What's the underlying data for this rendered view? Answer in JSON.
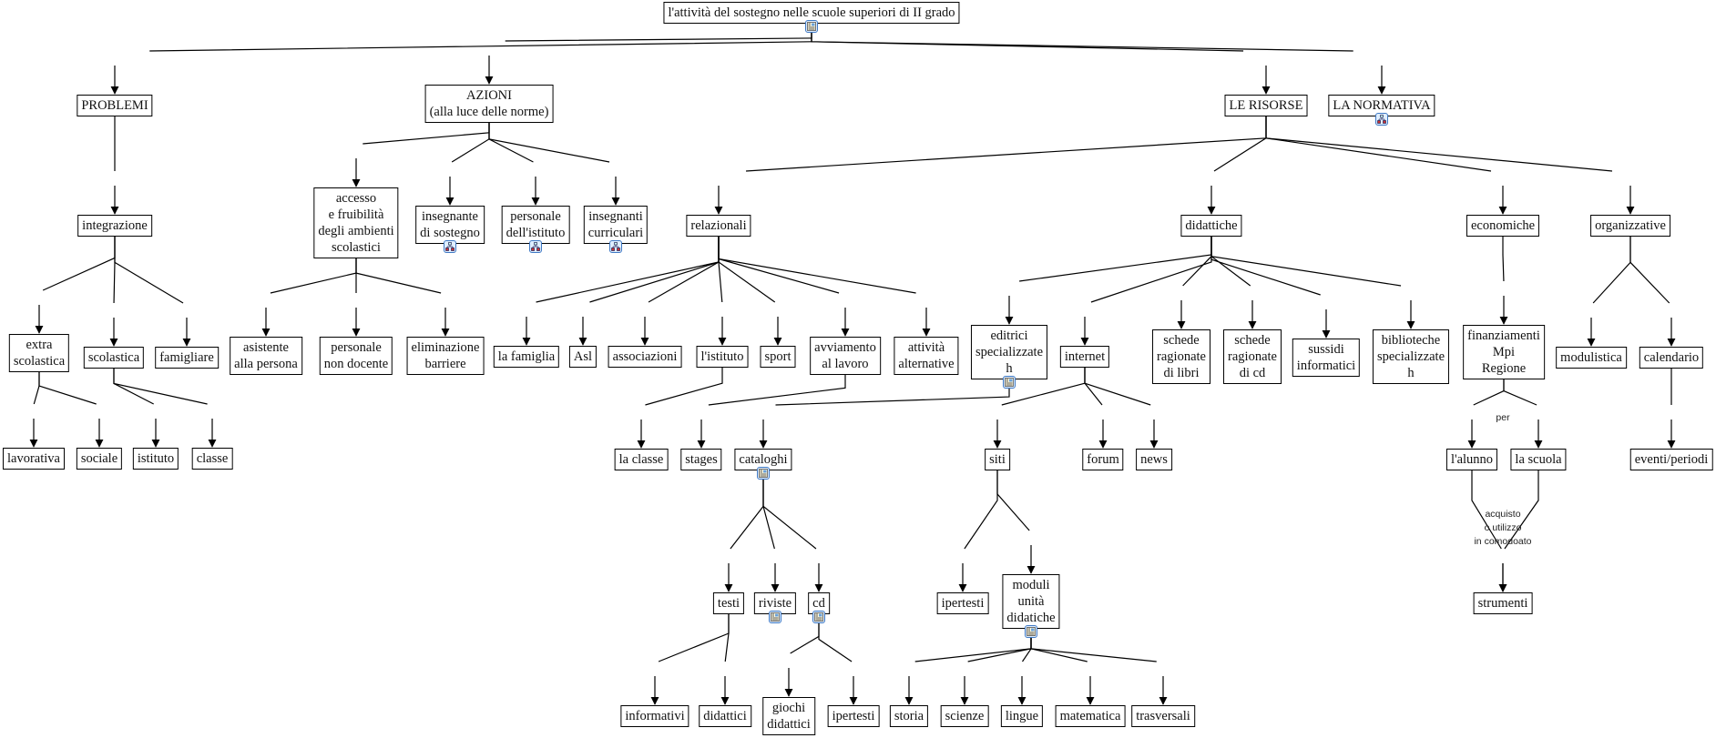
{
  "title": "l'attività del sostegno nelle scuole superiori di II grado",
  "nodes": [
    {
      "id": "root",
      "text": "l'attività del sostegno nelle scuole superiori di II grado",
      "icon": "document-icon"
    },
    {
      "id": "problemi",
      "text": "PROBLEMI"
    },
    {
      "id": "azioni",
      "text": "AZIONI\n(alla luce delle norme)"
    },
    {
      "id": "risorse",
      "text": "LE RISORSE"
    },
    {
      "id": "normativa",
      "text": "LA NORMATIVA",
      "icon": "submap-icon"
    },
    {
      "id": "integrazione",
      "text": "integrazione"
    },
    {
      "id": "extrascol",
      "text": "extra\nscolastica"
    },
    {
      "id": "scolastica",
      "text": "scolastica"
    },
    {
      "id": "famigliare",
      "text": "famigliare"
    },
    {
      "id": "lavorativa",
      "text": "lavorativa"
    },
    {
      "id": "sociale",
      "text": "sociale"
    },
    {
      "id": "istituto",
      "text": "istituto"
    },
    {
      "id": "classe",
      "text": "classe"
    },
    {
      "id": "accesso",
      "text": "accesso\ne fruibilità\ndegli ambienti\nscolastici"
    },
    {
      "id": "ins_sost",
      "text": "insegnante\ndi sostegno",
      "icon": "submap-icon"
    },
    {
      "id": "pers_ist",
      "text": "personale\ndell'istituto",
      "icon": "submap-icon"
    },
    {
      "id": "ins_curr",
      "text": "insegnanti\ncurriculari",
      "icon": "submap-icon"
    },
    {
      "id": "asistente",
      "text": "asistente\nalla persona"
    },
    {
      "id": "pers_nd",
      "text": "personale\nnon docente"
    },
    {
      "id": "elimin",
      "text": "eliminazione\nbarriere"
    },
    {
      "id": "relazionali",
      "text": "relazionali"
    },
    {
      "id": "famiglia",
      "text": "la famiglia"
    },
    {
      "id": "asl",
      "text": "Asl"
    },
    {
      "id": "associazioni",
      "text": "associazioni"
    },
    {
      "id": "listituto",
      "text": "l'istituto"
    },
    {
      "id": "sport",
      "text": "sport"
    },
    {
      "id": "avviamento",
      "text": "avviamento\nal lavoro"
    },
    {
      "id": "attivita",
      "text": "attività\nalternative"
    },
    {
      "id": "laclasse",
      "text": "la classe"
    },
    {
      "id": "stages",
      "text": "stages"
    },
    {
      "id": "cataloghi",
      "text": "cataloghi",
      "icon": "document-icon"
    },
    {
      "id": "testi",
      "text": "testi"
    },
    {
      "id": "riviste",
      "text": "riviste",
      "icon": "document-icon"
    },
    {
      "id": "cd",
      "text": "cd",
      "icon": "document-icon"
    },
    {
      "id": "informativi",
      "text": "informativi"
    },
    {
      "id": "didattici",
      "text": "didattici"
    },
    {
      "id": "giochi",
      "text": "giochi\ndidattici"
    },
    {
      "id": "ipertesti1",
      "text": "ipertesti"
    },
    {
      "id": "didattiche",
      "text": "didattiche"
    },
    {
      "id": "editrici",
      "text": "editrici\nspecializzate\nh",
      "icon": "document-icon"
    },
    {
      "id": "internet",
      "text": "internet"
    },
    {
      "id": "schede_libri",
      "text": "schede\nragionate\ndi libri"
    },
    {
      "id": "schede_cd",
      "text": "schede\nragionate\ndi  cd"
    },
    {
      "id": "sussidi",
      "text": "sussidi\ninformatici"
    },
    {
      "id": "biblioteche",
      "text": "biblioteche\nspecializzate\nh"
    },
    {
      "id": "siti",
      "text": "siti"
    },
    {
      "id": "forum",
      "text": "forum"
    },
    {
      "id": "news",
      "text": "news"
    },
    {
      "id": "ipertesti2",
      "text": "ipertesti"
    },
    {
      "id": "moduli",
      "text": "moduli\nunità\ndidatiche",
      "icon": "document-icon"
    },
    {
      "id": "storia",
      "text": "storia"
    },
    {
      "id": "scienze",
      "text": "scienze"
    },
    {
      "id": "lingue",
      "text": "lingue"
    },
    {
      "id": "matematica",
      "text": "matematica"
    },
    {
      "id": "trasversali",
      "text": "trasversali"
    },
    {
      "id": "economiche",
      "text": "economiche"
    },
    {
      "id": "organizzative",
      "text": "organizzative"
    },
    {
      "id": "finanziamenti",
      "text": "finanziamenti\nMpi\nRegione"
    },
    {
      "id": "alunno",
      "text": "l'alunno"
    },
    {
      "id": "lascuola",
      "text": "la scuola"
    },
    {
      "id": "strumenti",
      "text": "strumenti"
    },
    {
      "id": "modulistica",
      "text": "modulistica"
    },
    {
      "id": "calendario",
      "text": "calendario"
    },
    {
      "id": "eventi",
      "text": "eventi/periodi"
    }
  ],
  "link_labels": [
    {
      "id": "per",
      "text": "per"
    },
    {
      "id": "acquisto",
      "text": "acquisto\no utilizzo\nin comodoato"
    }
  ],
  "edges": [
    [
      "root",
      "problemi"
    ],
    [
      "root",
      "azioni"
    ],
    [
      "root",
      "risorse"
    ],
    [
      "root",
      "normativa"
    ],
    [
      "problemi",
      "integrazione"
    ],
    [
      "integrazione",
      "extrascol"
    ],
    [
      "integrazione",
      "scolastica"
    ],
    [
      "integrazione",
      "famigliare"
    ],
    [
      "extrascol",
      "lavorativa"
    ],
    [
      "extrascol",
      "sociale"
    ],
    [
      "scolastica",
      "istituto"
    ],
    [
      "scolastica",
      "classe"
    ],
    [
      "azioni",
      "accesso"
    ],
    [
      "azioni",
      "ins_sost"
    ],
    [
      "azioni",
      "pers_ist"
    ],
    [
      "azioni",
      "ins_curr"
    ],
    [
      "accesso",
      "asistente"
    ],
    [
      "accesso",
      "pers_nd"
    ],
    [
      "accesso",
      "elimin"
    ],
    [
      "risorse",
      "relazionali"
    ],
    [
      "risorse",
      "didattiche"
    ],
    [
      "risorse",
      "economiche"
    ],
    [
      "risorse",
      "organizzative"
    ],
    [
      "relazionali",
      "famiglia"
    ],
    [
      "relazionali",
      "asl"
    ],
    [
      "relazionali",
      "associazioni"
    ],
    [
      "relazionali",
      "listituto"
    ],
    [
      "relazionali",
      "sport"
    ],
    [
      "relazionali",
      "avviamento"
    ],
    [
      "relazionali",
      "attivita"
    ],
    [
      "listituto",
      "laclasse"
    ],
    [
      "avviamento",
      "stages"
    ],
    [
      "editrici",
      "cataloghi"
    ],
    [
      "cataloghi",
      "testi"
    ],
    [
      "cataloghi",
      "riviste"
    ],
    [
      "cataloghi",
      "cd"
    ],
    [
      "testi",
      "informativi"
    ],
    [
      "testi",
      "didattici"
    ],
    [
      "cd",
      "giochi"
    ],
    [
      "cd",
      "ipertesti1"
    ],
    [
      "didattiche",
      "editrici"
    ],
    [
      "didattiche",
      "internet"
    ],
    [
      "didattiche",
      "schede_libri"
    ],
    [
      "didattiche",
      "schede_cd"
    ],
    [
      "didattiche",
      "sussidi"
    ],
    [
      "didattiche",
      "biblioteche"
    ],
    [
      "internet",
      "siti"
    ],
    [
      "internet",
      "forum"
    ],
    [
      "internet",
      "news"
    ],
    [
      "siti",
      "ipertesti2"
    ],
    [
      "siti",
      "moduli"
    ],
    [
      "moduli",
      "storia"
    ],
    [
      "moduli",
      "scienze"
    ],
    [
      "moduli",
      "lingue"
    ],
    [
      "moduli",
      "matematica"
    ],
    [
      "moduli",
      "trasversali"
    ],
    [
      "economiche",
      "finanziamenti"
    ],
    [
      "finanziamenti",
      "alunno"
    ],
    [
      "finanziamenti",
      "lascuola"
    ],
    [
      "alunno",
      "strumenti"
    ],
    [
      "lascuola",
      "strumenti"
    ],
    [
      "organizzative",
      "modulistica"
    ],
    [
      "organizzative",
      "calendario"
    ],
    [
      "calendario",
      "eventi"
    ]
  ]
}
